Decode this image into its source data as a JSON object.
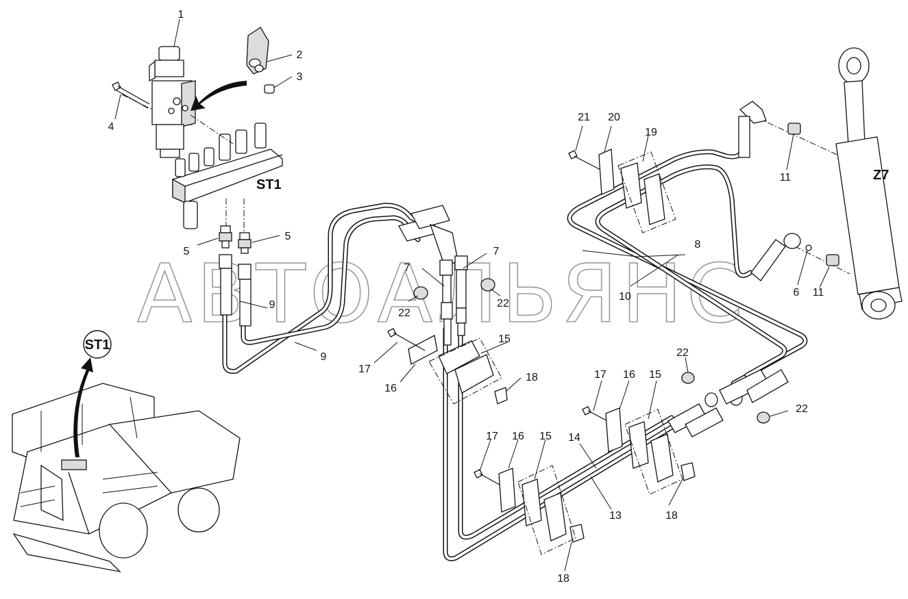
{
  "watermark": "АВТОАЛЬЯНС",
  "markers": {
    "st1_label": "ST1",
    "st1_circle_label": "ST1",
    "z7_label": "Z7"
  },
  "callouts": [
    {
      "id": "c1",
      "text": "1"
    },
    {
      "id": "c2",
      "text": "2"
    },
    {
      "id": "c3",
      "text": "3"
    },
    {
      "id": "c4",
      "text": "4"
    },
    {
      "id": "c5a",
      "text": "5"
    },
    {
      "id": "c5b",
      "text": "5"
    },
    {
      "id": "c6",
      "text": "6"
    },
    {
      "id": "c7a",
      "text": "7"
    },
    {
      "id": "c7b",
      "text": "7"
    },
    {
      "id": "c8",
      "text": "8"
    },
    {
      "id": "c9a",
      "text": "9"
    },
    {
      "id": "c9b",
      "text": "9"
    },
    {
      "id": "c10",
      "text": "10"
    },
    {
      "id": "c11a",
      "text": "11"
    },
    {
      "id": "c11b",
      "text": "11"
    },
    {
      "id": "c13",
      "text": "13"
    },
    {
      "id": "c14",
      "text": "14"
    },
    {
      "id": "c15a",
      "text": "15"
    },
    {
      "id": "c15b",
      "text": "15"
    },
    {
      "id": "c15c",
      "text": "15"
    },
    {
      "id": "c16a",
      "text": "16"
    },
    {
      "id": "c16b",
      "text": "16"
    },
    {
      "id": "c16c",
      "text": "16"
    },
    {
      "id": "c17a",
      "text": "17"
    },
    {
      "id": "c17b",
      "text": "17"
    },
    {
      "id": "c17c",
      "text": "17"
    },
    {
      "id": "c18a",
      "text": "18"
    },
    {
      "id": "c18b",
      "text": "18"
    },
    {
      "id": "c18c",
      "text": "18"
    },
    {
      "id": "c19",
      "text": "19"
    },
    {
      "id": "c20",
      "text": "20"
    },
    {
      "id": "c21",
      "text": "21"
    },
    {
      "id": "c22a",
      "text": "22"
    },
    {
      "id": "c22b",
      "text": "22"
    },
    {
      "id": "c22c",
      "text": "22"
    },
    {
      "id": "c22d",
      "text": "22"
    }
  ]
}
